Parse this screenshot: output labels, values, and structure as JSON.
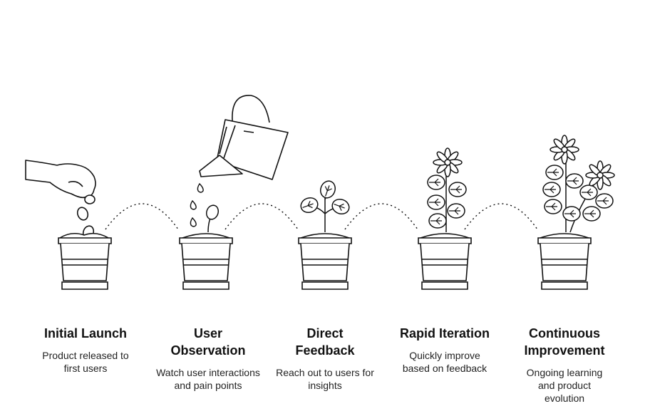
{
  "stages": [
    {
      "title": "Initial Launch",
      "description": "Product released to first users"
    },
    {
      "title": "User Observation",
      "description": "Watch user interactions and pain points"
    },
    {
      "title": "Direct Feedback",
      "description": "Reach out to users for insights"
    },
    {
      "title": "Rapid Iteration",
      "description": "Quickly improve based on feedback"
    },
    {
      "title": "Continuous Improvement",
      "description": "Ongoing learning and product evolution"
    }
  ],
  "icons": [
    "hand-dropping-seeds-icon",
    "watering-can-icon",
    "seedling-pot-icon",
    "leafy-plant-pot-icon",
    "flowering-plant-pot-icon",
    "flower-icon",
    "dotted-arc-connector-icon"
  ],
  "colors": {
    "stroke": "#111111",
    "text": "#111111",
    "background": "#ffffff"
  }
}
